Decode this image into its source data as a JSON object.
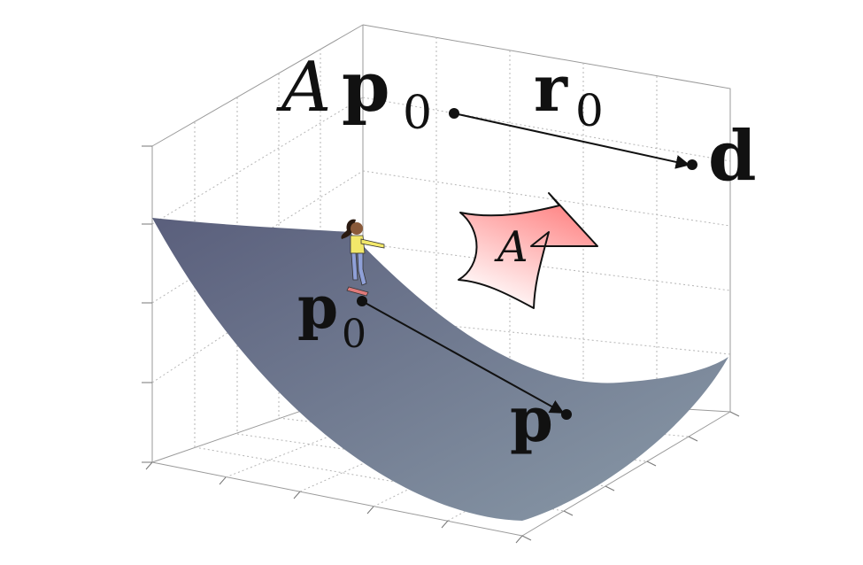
{
  "labels": {
    "Ap0": {
      "A": "A",
      "p": "p",
      "sub": "0"
    },
    "r0": {
      "r": "r",
      "sub": "0"
    },
    "d": "d",
    "p0": {
      "p": "p",
      "sub": "0"
    },
    "p": "p",
    "arrow_A": "A"
  },
  "icons": {
    "skater": "skater-figure-icon",
    "transform_arrow": "curved-arrow-icon"
  },
  "colors": {
    "surface_dark": "#5a5f7c",
    "surface_light": "#8a9aa8",
    "arrow_fill_top": "#ff7a7a",
    "arrow_fill_bottom": "#ffffff",
    "grid": "#999999",
    "ink": "#111111"
  }
}
